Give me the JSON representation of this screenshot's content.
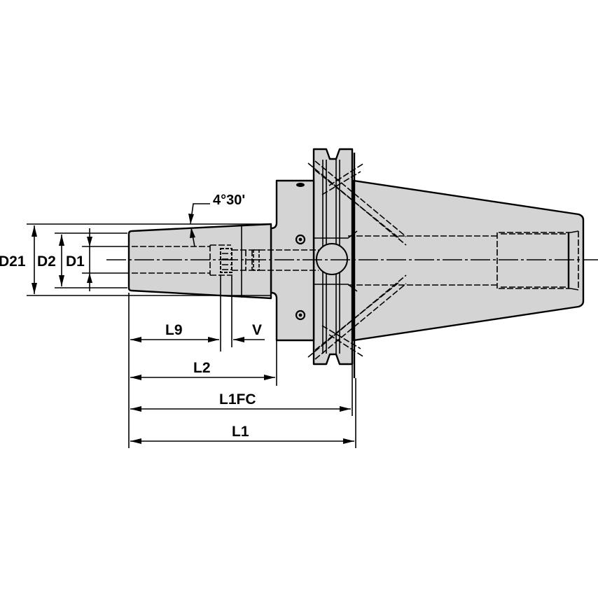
{
  "drawing": {
    "title": "Shrink-fit tool holder (steep taper shank) — side view dimension drawing",
    "colors": {
      "background": "#ffffff",
      "part_fill": "#d4d4d4",
      "line": "#000000"
    },
    "angle_label": "4°30'",
    "dimensions": {
      "diameters": [
        {
          "id": "D21",
          "label": "D21"
        },
        {
          "id": "D2",
          "label": "D2"
        },
        {
          "id": "D1",
          "label": "D1"
        }
      ],
      "lengths": [
        {
          "id": "L9",
          "label": "L9"
        },
        {
          "id": "V",
          "label": "V"
        },
        {
          "id": "L2",
          "label": "L2"
        },
        {
          "id": "L1FC",
          "label": "L1FC"
        },
        {
          "id": "L1",
          "label": "L1"
        }
      ]
    },
    "parts": [
      {
        "id": "nose",
        "name": "shrink-fit-nose"
      },
      {
        "id": "body",
        "name": "collar-body"
      },
      {
        "id": "flange",
        "name": "v-groove-flange"
      },
      {
        "id": "taper",
        "name": "steep-taper-shank"
      }
    ]
  }
}
